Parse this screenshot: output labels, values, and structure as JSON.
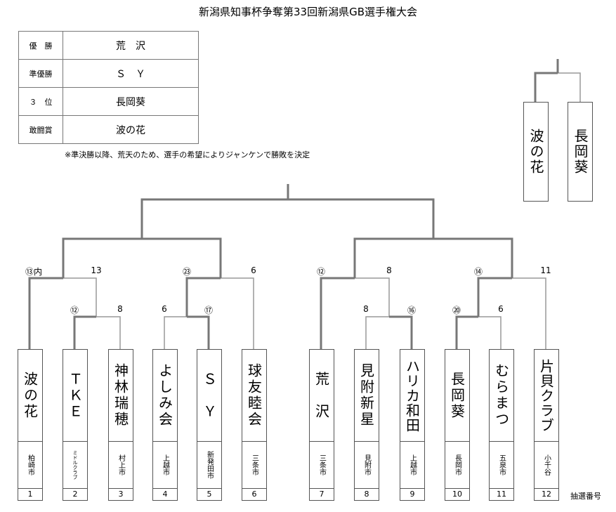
{
  "title": "新潟県知事杯争奪第33回新潟県GB選手権大会",
  "results": [
    {
      "key": "優　勝",
      "value": "荒　沢"
    },
    {
      "key": "準優勝",
      "value": "Ｓ　Ｙ"
    },
    {
      "key": "３　位",
      "value": "長岡葵"
    },
    {
      "key": "敢闘賞",
      "value": "波の花"
    }
  ],
  "note": "※準決勝以降、荒天のため、選手の希望によりジャンケンで勝敗を決定",
  "third_place": {
    "team_a": "波の花",
    "team_b": "長岡葵"
  },
  "teams": [
    {
      "name": "波の花",
      "city": "柏崎市",
      "num": "1"
    },
    {
      "name": "ＴＫＥ",
      "city": "ミドルクラブ",
      "num": "2"
    },
    {
      "name": "神林瑞穂",
      "city": "村上市",
      "num": "3"
    },
    {
      "name": "よしみ会",
      "city": "上越市",
      "num": "4"
    },
    {
      "name": "Ｓ　Ｙ",
      "city": "新発田市",
      "num": "5"
    },
    {
      "name": "球友睦会",
      "city": "三条市",
      "num": "6"
    },
    {
      "name": "荒　沢",
      "city": "三条市",
      "num": "7"
    },
    {
      "name": "見附新星",
      "city": "見附市",
      "num": "8"
    },
    {
      "name": "ハリカ和田",
      "city": "上越市",
      "num": "9"
    },
    {
      "name": "長岡葵",
      "city": "長岡市",
      "num": "10"
    },
    {
      "name": "むらまつ",
      "city": "五泉市",
      "num": "11"
    },
    {
      "name": "片貝クラブ",
      "city": "小千谷",
      "num": "12"
    }
  ],
  "scores": {
    "r1_2_3_left": "⑫",
    "r1_2_3_right": "8",
    "r1_4_5_left": "6",
    "r1_4_5_right": "⑰",
    "r1_8_9_left": "8",
    "r1_8_9_right": "⑯",
    "r1_10_11_left": "⑳",
    "r1_10_11_right": "6",
    "r2_a_left": "⑬内",
    "r2_a_right": "13",
    "r2_b_left": "㉓",
    "r2_b_right": "6",
    "r2_c_left": "⑫",
    "r2_c_right": "8",
    "r2_d_left": "⑭",
    "r2_d_right": "11"
  },
  "draw_label": "抽選番号"
}
